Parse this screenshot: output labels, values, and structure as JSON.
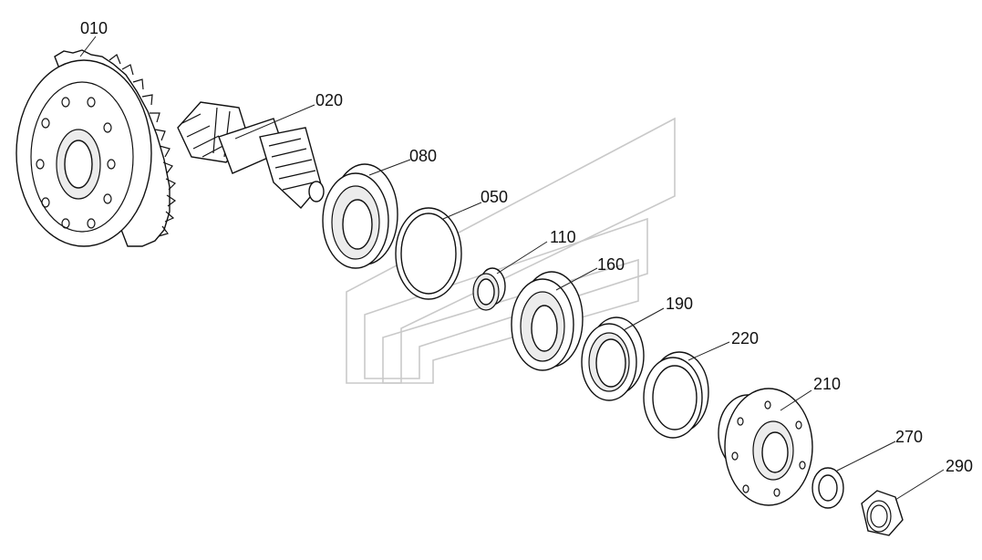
{
  "labels": {
    "p010": "010",
    "p020": "020",
    "p080": "080",
    "p050": "050",
    "p110": "110",
    "p160": "160",
    "p190": "190",
    "p220": "220",
    "p210": "210",
    "p270": "270",
    "p290": "290"
  },
  "colors": {
    "line": "#111111",
    "watermark": "#c9c9c9",
    "background": "#ffffff"
  }
}
